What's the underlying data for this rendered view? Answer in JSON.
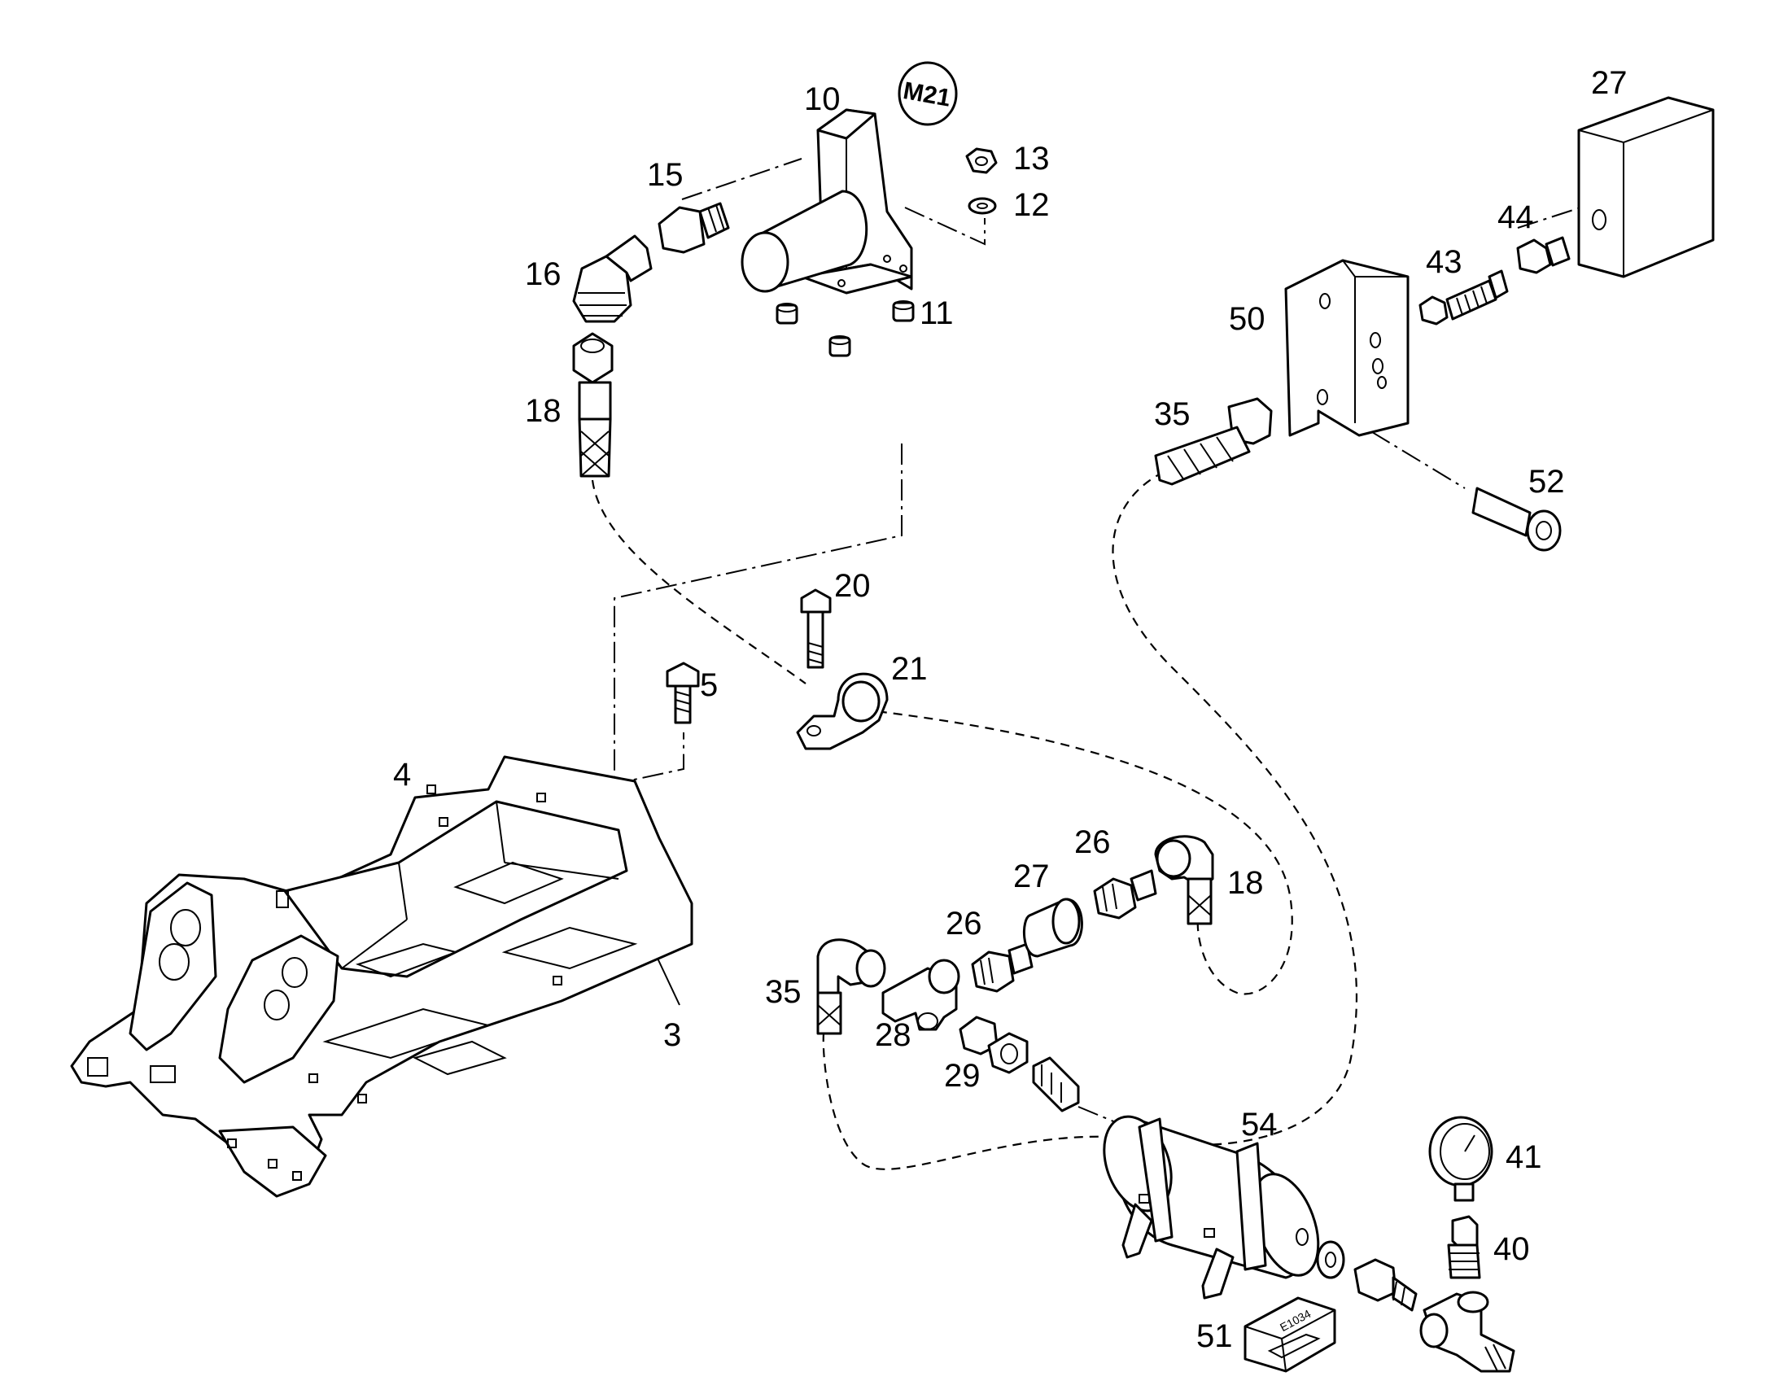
{
  "diagram": {
    "badge": "M21",
    "stamp": "E1034",
    "labels": {
      "p3": "3",
      "p4": "4",
      "p5": "5",
      "p10": "10",
      "p11": "11",
      "p12": "12",
      "p13": "13",
      "p15": "15",
      "p16": "16",
      "p18a": "18",
      "p18b": "18",
      "p20": "20",
      "p21": "21",
      "p26a": "26",
      "p26b": "26",
      "p27a": "27",
      "p27b": "27",
      "p28": "28",
      "p29": "29",
      "p35a": "35",
      "p35b": "35",
      "p40": "40",
      "p41": "41",
      "p43": "43",
      "p44": "44",
      "p50": "50",
      "p51": "51",
      "p52": "52",
      "p54": "54"
    }
  }
}
